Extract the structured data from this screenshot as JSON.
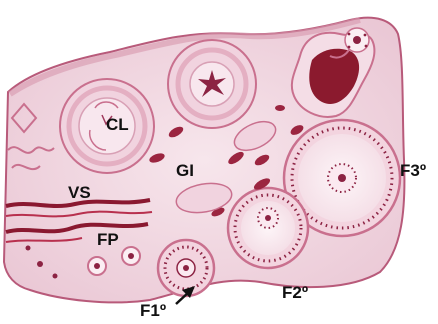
{
  "labels": {
    "cl": "CL",
    "gi": "GI",
    "vs": "VS",
    "fp": "FP",
    "f1": "F1º",
    "f2": "F2º",
    "f3": "F3º"
  },
  "colors": {
    "tissue": "#f3dde6",
    "tissue_edge": "#b85a7a",
    "follicle_ring": "#c9708e",
    "granulosa_dot": "#8c2343",
    "vessel": "#8a1830",
    "corpus_ring": "#e9c3d3",
    "ruptured": "#8b1a2e",
    "label": "#111111"
  }
}
